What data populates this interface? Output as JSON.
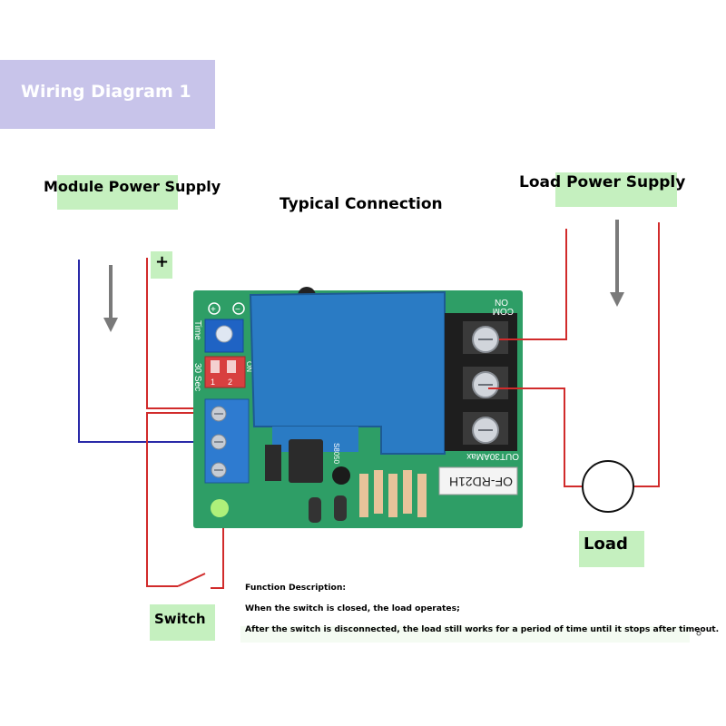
{
  "banner": {
    "title": "Wiring Diagram 1"
  },
  "labels": {
    "module_power_supply": "Module Power Supply",
    "typical_connection": "Typical Connection",
    "load_power_supply": "Load Power Supply",
    "plus": "+",
    "load": "Load",
    "switch": "Switch"
  },
  "board": {
    "model": "OF-RD21H",
    "rating": "OUT30AMax",
    "relay_terminals": [
      "ON",
      "COM"
    ],
    "time_label": "Time",
    "seconds_label": "30 Sec",
    "dip_labels": [
      "1",
      "2"
    ],
    "dip_on": "ON",
    "transistor_label": "S8050",
    "power_symbols": [
      "+",
      "−"
    ]
  },
  "description": {
    "title": "Function Description:",
    "line1": "When the switch is closed, the load operates;",
    "line2": "After the switch is disconnected, the load still works for a period of time until it stops after timeout."
  },
  "colors": {
    "banner": "#c8c4ea",
    "label_highlight": "#c5f0bf",
    "board": "#2e9e66",
    "relay": "#2a7bc4",
    "wire_positive": "#d12b2b",
    "wire_negative": "#2a2aa8",
    "arrow": "#7a7a7a"
  }
}
